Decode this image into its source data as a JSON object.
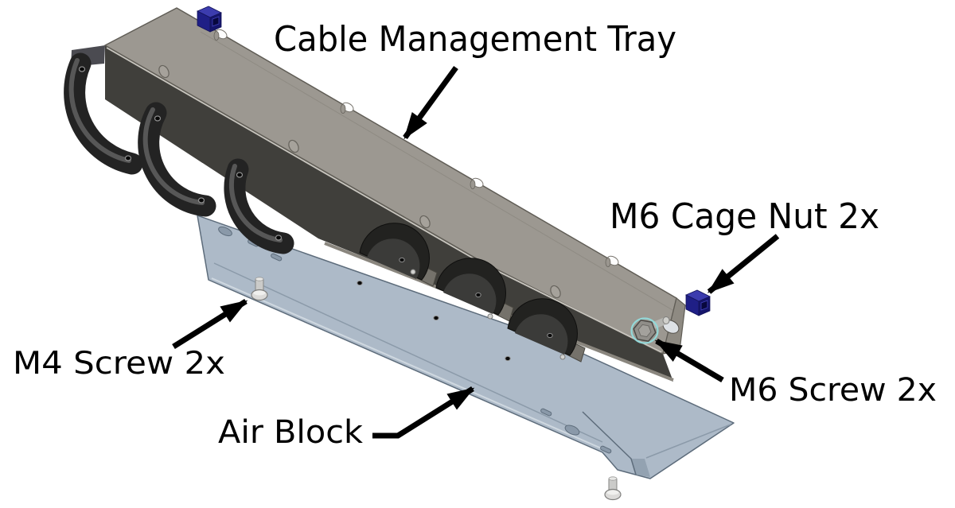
{
  "figure": {
    "type": "exploded-assembly-diagram",
    "background": "#ffffff",
    "labels": {
      "cable_tray": "Cable Management Tray",
      "m6_cage_nut": "M6 Cage Nut 2x",
      "m4_screw": "M4 Screw 2x",
      "air_block": "Air Block",
      "m6_screw": "M6 Screw 2x"
    },
    "colors": {
      "tray_gray": "#9c9891",
      "tray_flange_gray": "#8e8a82",
      "tray_interior": "#403f3b",
      "air_block_blue": "#adbac8",
      "air_block_edge": "#5d6c7b",
      "finger_black": "#232323",
      "cage_nut_navy": "#1f1f86",
      "m6_washer_teal": "#93d8d8",
      "screw_silver": "#dcdbd9",
      "annotation_black": "#000000"
    }
  }
}
